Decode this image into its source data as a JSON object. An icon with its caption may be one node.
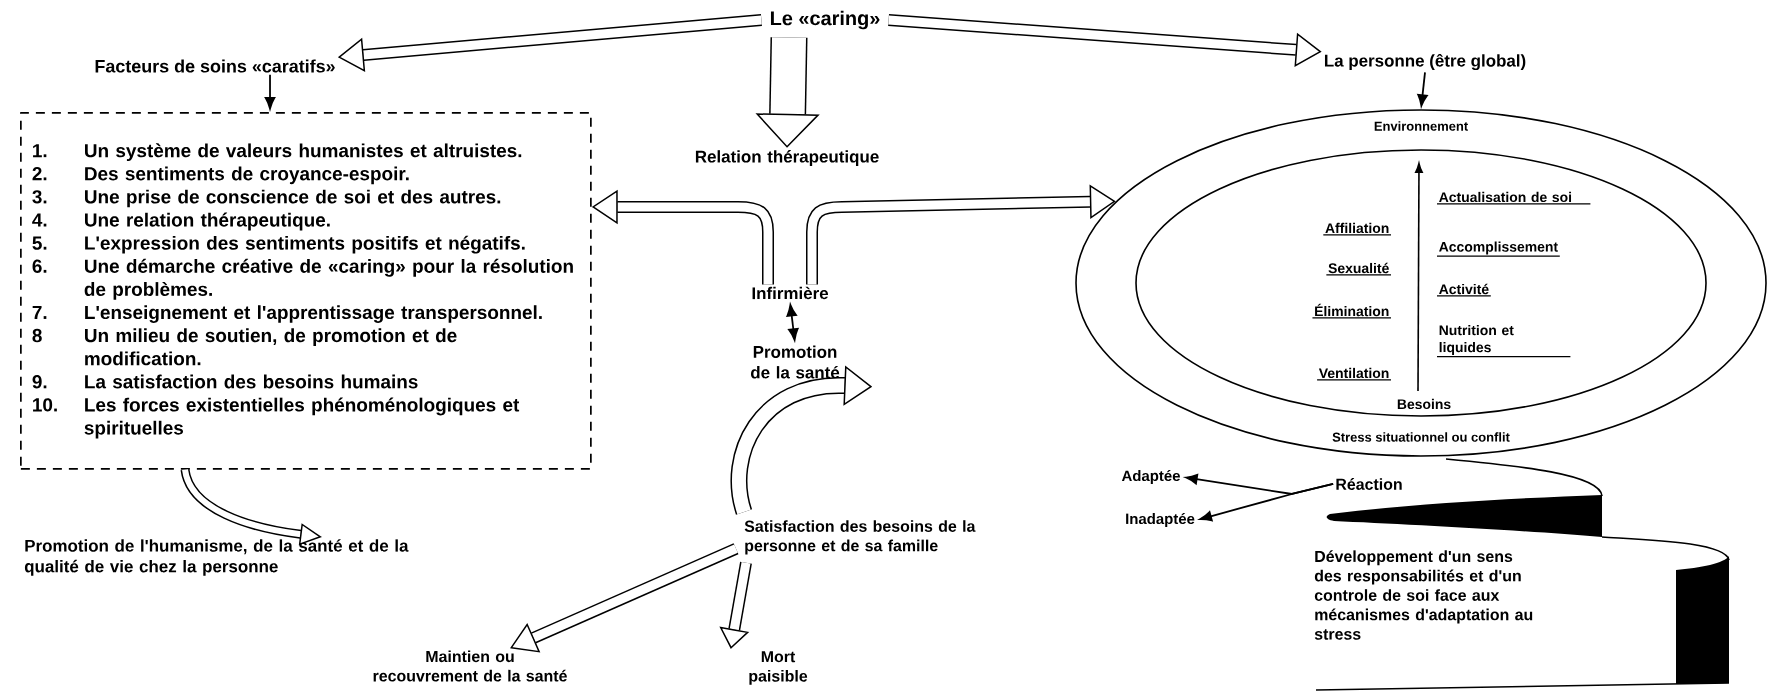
{
  "diagram": {
    "nodes": [
      {
        "text": [
          "Le «caring»"
        ]
      },
      {
        "text": [
          "Facteurs de soins «caratifs»"
        ]
      },
      {
        "text": [
          "1.",
          "Un système de valeurs humanistes et altruistes.",
          "2.",
          "Des sentiments de croyance-espoir.",
          "3.",
          "Une prise de conscience de soi et des autres.",
          "4.",
          "Une relation thérapeutique.",
          "5.",
          "L'expression des sentiments positifs et négatifs.",
          "6.",
          "Une démarche créative de «caring» pour la résolution de problèmes.",
          "7.",
          "L'enseignement et l'apprentissage transpersonnel.",
          "8",
          "Un milieu de soutien, de promotion et de modification.",
          "9.",
          "La satisfaction des besoins humains",
          "10.",
          "Les forces existentielles phénoménologiques et spirituelles"
        ]
      },
      {
        "text": [
          "Promotion de l'humanisme, de la santé et de la qualité de vie chez la personne"
        ]
      },
      {
        "text": [
          "Relation thérapeutique"
        ]
      },
      {
        "text": [
          "Infirmière"
        ]
      },
      {
        "text": [
          "Promotion de la santé"
        ]
      },
      {
        "text": [
          "Satisfaction des besoins de la personne et de sa famille"
        ]
      },
      {
        "text": [
          "Maintien ou recouvrement de la santé"
        ]
      },
      {
        "text": [
          "Mort paisible"
        ]
      },
      {
        "text": [
          "La personne (être global)"
        ]
      },
      {
        "text": [
          "Environnement",
          "Stress situationnel ou conflit"
        ]
      },
      {
        "text": [
          "Actualisation de soi",
          "Affiliation",
          "Accomplissement",
          "Sexualité",
          "Activité",
          "Élimination",
          "Nutrition et liquides",
          "Ventilation",
          "Besoins"
        ],
        "in": 11
      },
      {
        "text": [
          "Réaction"
        ]
      },
      {
        "text": [
          "Adaptée"
        ]
      },
      {
        "text": [
          "Inadaptée"
        ]
      },
      {
        "text": [
          "Développement d'un sens des responsabilités et d'un controle de soi face aux mécanismes d'adaptation au stress"
        ]
      }
    ],
    "edges": [
      {
        "from": 0,
        "to": 1,
        "arrow": "to"
      },
      {
        "from": 0,
        "to": 10,
        "arrow": "to"
      },
      {
        "from": 0,
        "to": 4,
        "arrow": "to",
        "style": "thick"
      },
      {
        "from": 1,
        "to": 2,
        "arrow": "to"
      },
      {
        "from": 2,
        "to": 3,
        "arrow": "to"
      },
      {
        "from": 5,
        "to": 2,
        "arrow": "to"
      },
      {
        "from": 5,
        "to": 11,
        "arrow": "to"
      },
      {
        "from": 5,
        "to": 6,
        "arrow": "both"
      },
      {
        "from": 7,
        "to": 6,
        "arrow": "to"
      },
      {
        "from": 7,
        "to": 8,
        "arrow": "to"
      },
      {
        "from": 7,
        "to": 9,
        "arrow": "to"
      },
      {
        "from": 10,
        "to": 11,
        "arrow": "to"
      },
      {
        "from": 13,
        "to": 14,
        "arrow": "to"
      },
      {
        "from": 13,
        "to": 15,
        "arrow": "to"
      }
    ]
  }
}
